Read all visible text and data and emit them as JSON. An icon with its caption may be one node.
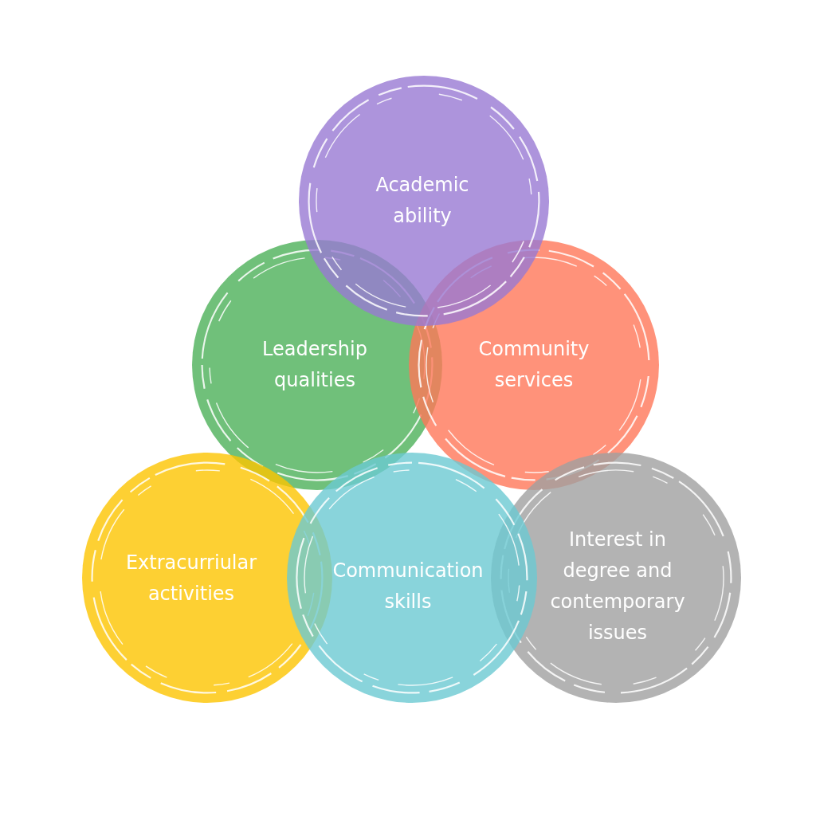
{
  "diagram": {
    "nodes": [
      {
        "text": [
          "Academic ability"
        ]
      },
      {
        "text": [
          "Leadership qualities"
        ]
      },
      {
        "text": [
          "Community services"
        ]
      },
      {
        "text": [
          "Extracurriular activities"
        ]
      },
      {
        "text": [
          "Communication skills"
        ]
      },
      {
        "text": [
          "Interest in degree and contemporary issues"
        ]
      }
    ]
  }
}
